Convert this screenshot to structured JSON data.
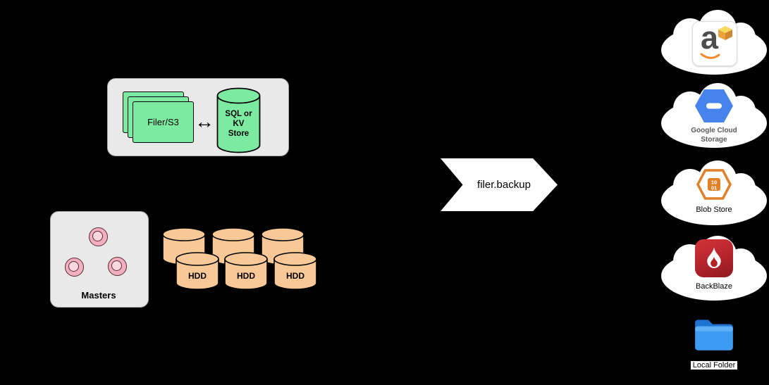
{
  "colors": {
    "background": "#000000",
    "container_gray": "#E9E9E9",
    "node_green": "#7CEBA1",
    "cylinder_tan": "#F8C996",
    "master_pink": "#F2AFC0",
    "banner_white": "#FFFFFF",
    "gcs_blue": "#4683EC",
    "blob_orange": "#E0812A",
    "backblaze_red": "#B3242B",
    "folder_blue": "#3D9BF3",
    "aws_orange": "#E8A33D"
  },
  "filer_cluster": {
    "filer_label": "Filer/S3",
    "store_label": "SQL or KV Store",
    "arrow_glyph": "↔"
  },
  "masters": {
    "label": "Masters"
  },
  "volumes": {
    "hdd_label": "HDD"
  },
  "banner": {
    "label": "filer.backup"
  },
  "targets": {
    "amazon": {
      "letter": "a"
    },
    "gcs": {
      "label": "Google Cloud Storage"
    },
    "blob": {
      "label": "Blob Store",
      "digits_top": "10",
      "digits_bottom": "01"
    },
    "backblaze": {
      "label": "BackBlaze"
    },
    "local": {
      "label": "Local Folder"
    }
  }
}
